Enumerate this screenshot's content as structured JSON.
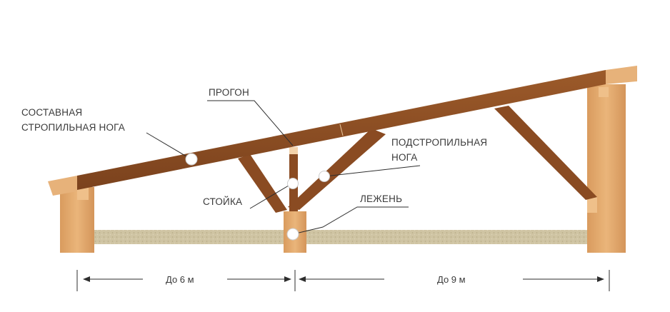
{
  "labels": {
    "composite_rafter_line1": "СОСТАВНАЯ",
    "composite_rafter_line2": "СТРОПИЛЬНАЯ НОГА",
    "purlin": "ПРОГОН",
    "sub_rafter_line1": "ПОДСТРОПИЛЬНАЯ",
    "sub_rafter_line2": "НОГА",
    "post": "СТОЙКА",
    "sill": "ЛЕЖЕНЬ"
  },
  "dimensions": {
    "left_span": "До 6 м",
    "right_span": "До 9 м"
  },
  "colors": {
    "timber": "#8a4b22",
    "timber_light": "#a9622e",
    "wall": "#e2a86a",
    "wall_dark": "#c98a4e",
    "floor": "#c9bd9a",
    "marker": "#ffffff",
    "line": "#2e2e2e"
  }
}
